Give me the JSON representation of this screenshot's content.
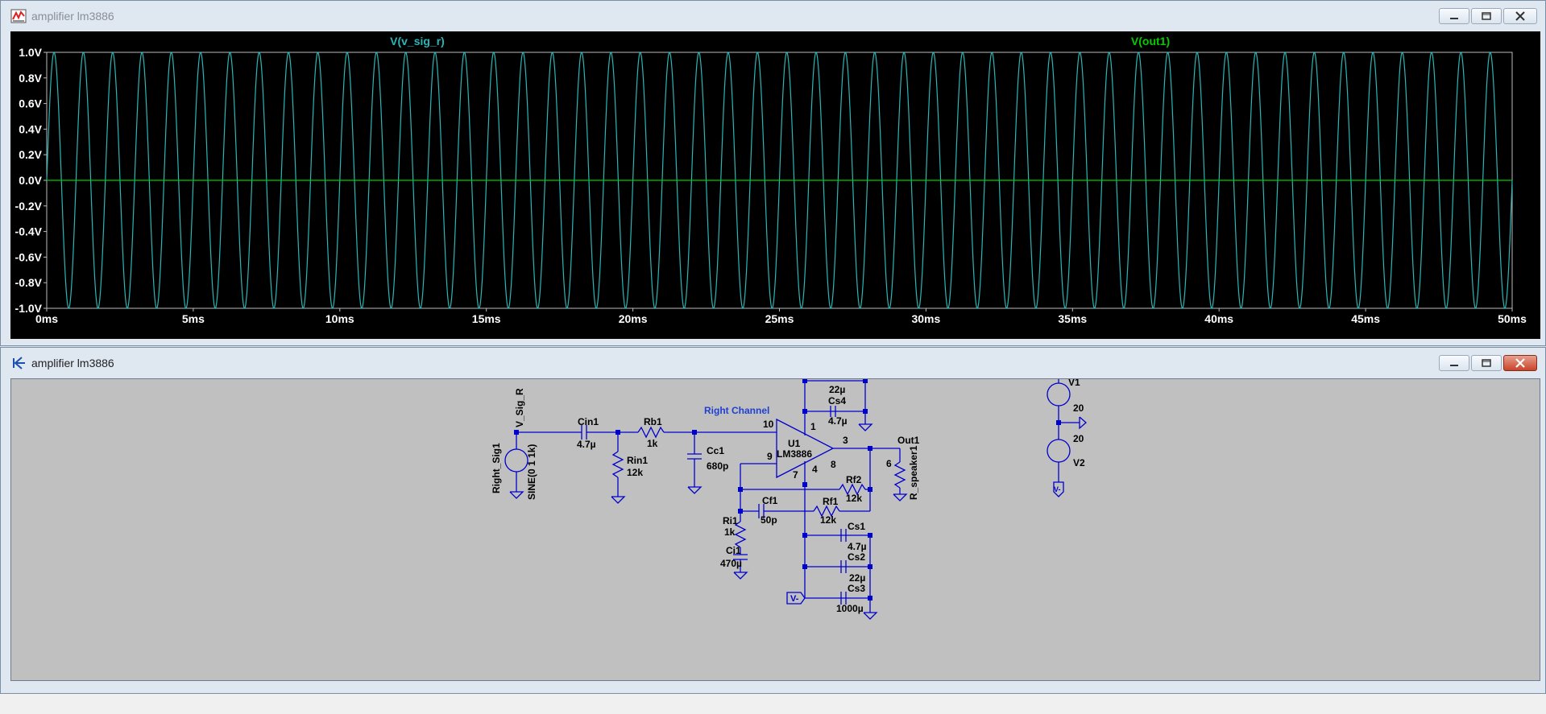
{
  "waveform_window": {
    "title": "amplifier lm3886",
    "trace_labels": [
      "V(v_sig_r)",
      "V(out1)"
    ],
    "trace_colors": [
      "#2bb6b6",
      "#00cc00"
    ],
    "chart_data": {
      "type": "line",
      "x_unit": "ms",
      "xlim": [
        0,
        50
      ],
      "ylim": [
        -1.0,
        1.0
      ],
      "x_ticks": [
        "0ms",
        "5ms",
        "10ms",
        "15ms",
        "20ms",
        "25ms",
        "30ms",
        "35ms",
        "40ms",
        "45ms",
        "50ms"
      ],
      "y_ticks": [
        "1.0V",
        "0.8V",
        "0.6V",
        "0.4V",
        "0.2V",
        "0.0V",
        "-0.2V",
        "-0.4V",
        "-0.6V",
        "-0.8V",
        "-1.0V"
      ],
      "grid": false,
      "series": [
        {
          "name": "V(v_sig_r)",
          "kind": "sine",
          "amplitude": 1.0,
          "offset": 0,
          "frequency_hz": 1000,
          "color": "#2bb6b6"
        },
        {
          "name": "V(out1)",
          "kind": "constant",
          "value": 0.0,
          "color": "#00cc00"
        }
      ]
    }
  },
  "schematic_window": {
    "title": "amplifier lm3886",
    "labels": {
      "v_sig_r": "V_Sig_R",
      "right_sig1": "Right_Sig1",
      "sine": "SINE(0 1 1k)",
      "cin1": "Cin1",
      "cin1_val": "4.7µ",
      "rb1": "Rb1",
      "rb1_val": "1k",
      "rin1": "Rin1",
      "rin1_val": "12k",
      "cc1": "Cc1",
      "cc1_val": "680p",
      "right_channel": "Right Channel",
      "u1": "U1",
      "lm3886": "LM3886",
      "pin10": "10",
      "pin1": "1",
      "pin3": "3",
      "pin9": "9",
      "pin8": "8",
      "pin7": "7",
      "pin4": "4",
      "c22_top_val": "22µ",
      "cs4": "Cs4",
      "cs4_val": "4.7µ",
      "out1": "Out1",
      "r_speaker1": "R_speaker1",
      "r_speaker1_val": "6",
      "rf2": "Rf2",
      "rf2_val": "12k",
      "cf1": "Cf1",
      "cf1_val": "50p",
      "rf1": "Rf1",
      "rf1_val": "12k",
      "ri1": "Ri1",
      "ri1_val": "1k",
      "ci1": "Ci1",
      "ci1_val": "470µ",
      "cs1": "Cs1",
      "cs1_val": "4.7µ",
      "cs2": "Cs2",
      "cs2_val": "22µ",
      "cs3": "Cs3",
      "cs3_val": "1000µ",
      "vminus_port": "V-",
      "v1": "V1",
      "v1_val": "20",
      "v2": "V2",
      "v2_val": "20",
      "vminus2": "V-"
    },
    "wire_color": "#0000cc",
    "text_color": "#000000",
    "label_color": "#1f3fcf"
  }
}
